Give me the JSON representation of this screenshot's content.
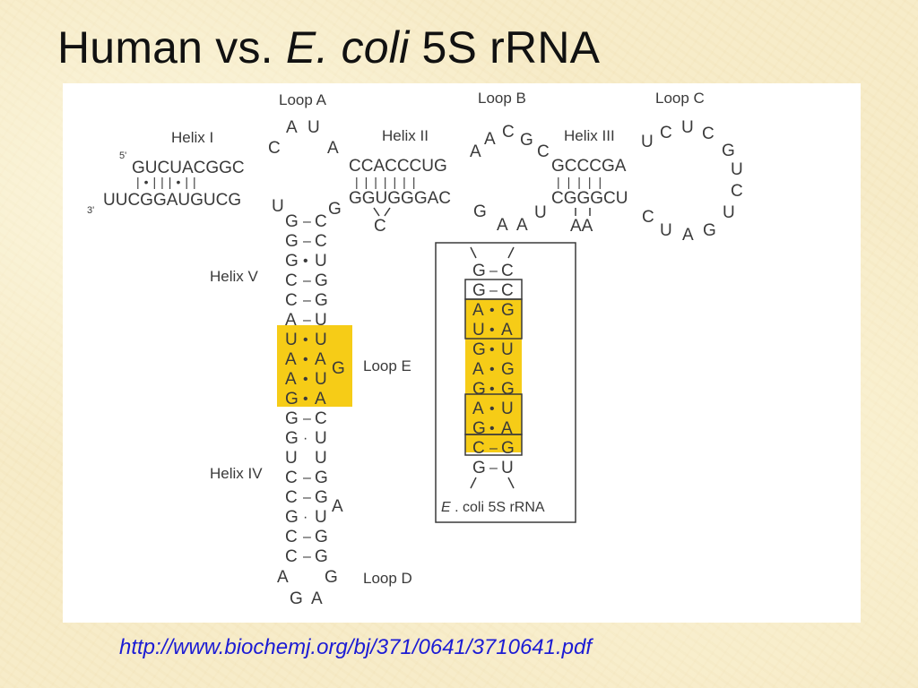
{
  "title": {
    "part1": "Human vs. ",
    "part2": "E. coli",
    "part3": " 5S rRNA"
  },
  "source_link": "http://www.biochemj.org/bj/371/0641/3710641.pdf",
  "colors": {
    "highlight": "#f6cc17",
    "link": "#1c1cd4",
    "diagram_text": "#3a3a3a"
  },
  "labels": {
    "loop_a": "Loop A",
    "loop_b": "Loop B",
    "loop_c": "Loop C",
    "loop_d": "Loop D",
    "loop_e": "Loop E",
    "helix_1": "Helix I",
    "helix_2": "Helix II",
    "helix_3": "Helix III",
    "helix_4": "Helix IV",
    "helix_5": "Helix V",
    "five_prime": "5'",
    "three_prime": "3'",
    "ecoli_1": "E",
    "ecoli_2": " . coli 5S rRNA"
  },
  "sequences": {
    "helix1_top": "GUCUACGGC",
    "helix1_pairs": "|•|||•||",
    "helix1_bottom": "UUCGGAUGUCG",
    "helix2_top": "CCACCCUG",
    "helix2_pairs": "|||||||",
    "helix2_bottom": "GGUGGGAC",
    "helix3_top": "GCCCGA",
    "helix3_pairs": "|||||",
    "helix3_bottom": "CGGGCU"
  },
  "bases": {
    "loopA_1": "C",
    "loopA_2": "A",
    "loopA_3": "U",
    "loopA_4": "A",
    "h1_u": "U",
    "h1_g": "G",
    "h2_c": "C",
    "loopB_1": "A",
    "loopB_2": "A",
    "loopB_3": "C",
    "loopB_4": "G",
    "loopB_5": "C",
    "loopB_6": "G",
    "loopB_7": "A",
    "loopB_8": "A",
    "loopB_9": "U",
    "h3_aa": "AA",
    "loopC_1": "U",
    "loopC_2": "C",
    "loopC_3": "U",
    "loopC_4": "C",
    "loopC_5": "G",
    "loopC_6": "U",
    "loopC_7": "C",
    "loopC_8": "U",
    "loopC_9": "G",
    "loopC_10": "A",
    "loopC_11": "U",
    "loopC_12": "C",
    "loopE_g": "G",
    "loopD_1": "A",
    "loopD_2": "G",
    "loopD_3": "G",
    "loopD_4": "A",
    "h4_bulge_a": "A"
  },
  "stem_rows": [
    {
      "left": "G",
      "bond": "–",
      "right": "C"
    },
    {
      "left": "G",
      "bond": "–",
      "right": "C"
    },
    {
      "left": "G",
      "bond": "•",
      "right": "U"
    },
    {
      "left": "C",
      "bond": "–",
      "right": "G"
    },
    {
      "left": "C",
      "bond": "–",
      "right": "G"
    },
    {
      "left": "A",
      "bond": "–",
      "right": "U"
    },
    {
      "left": "U",
      "bond": "•",
      "right": "U"
    },
    {
      "left": "A",
      "bond": "•",
      "right": "A"
    },
    {
      "left": "A",
      "bond": "•",
      "right": "U"
    },
    {
      "left": "G",
      "bond": "•",
      "right": "A"
    },
    {
      "left": "G",
      "bond": "–",
      "right": "C"
    },
    {
      "left": "G",
      "bond": "·",
      "right": "U"
    },
    {
      "left": "U",
      "bond": " ",
      "right": "U"
    },
    {
      "left": "C",
      "bond": "–",
      "right": "G"
    },
    {
      "left": "C",
      "bond": "–",
      "right": "G"
    },
    {
      "left": "G",
      "bond": "·",
      "right": "U"
    },
    {
      "left": "C",
      "bond": "–",
      "right": "G"
    },
    {
      "left": "C",
      "bond": "–",
      "right": "G"
    }
  ],
  "ecoli_rows": [
    {
      "left": "G",
      "bond": "–",
      "right": "C"
    },
    {
      "left": "G",
      "bond": "–",
      "right": "C"
    },
    {
      "left": "A",
      "bond": "•",
      "right": "G"
    },
    {
      "left": "U",
      "bond": "•",
      "right": "A"
    },
    {
      "left": "G",
      "bond": "•",
      "right": "U"
    },
    {
      "left": "A",
      "bond": "•",
      "right": "G"
    },
    {
      "left": "G",
      "bond": "•",
      "right": "G"
    },
    {
      "left": "A",
      "bond": "•",
      "right": "U"
    },
    {
      "left": "G",
      "bond": "•",
      "right": "A"
    },
    {
      "left": "C",
      "bond": "–",
      "right": "G"
    },
    {
      "left": "G",
      "bond": "–",
      "right": "U"
    }
  ]
}
